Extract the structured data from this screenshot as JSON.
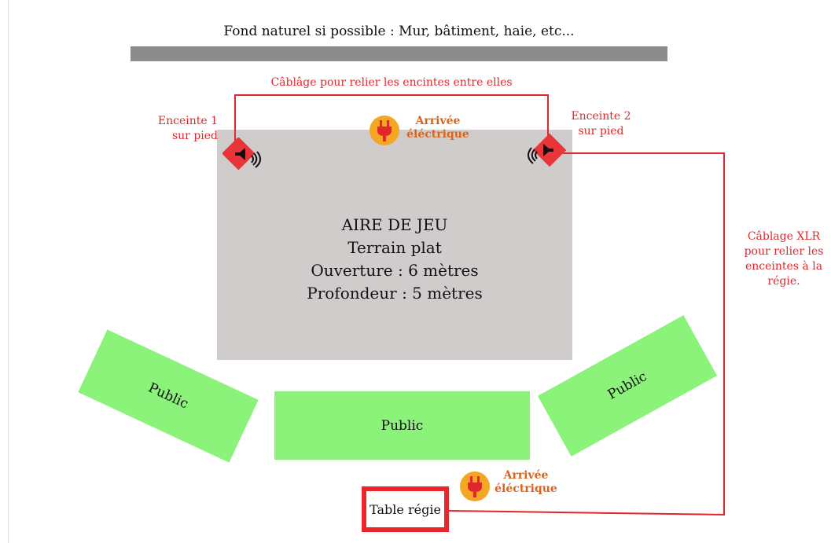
{
  "background_note": "Fond naturel si possible : Mur, bâtiment, haie, etc...",
  "cable_speakers_label": "Câblâge pour relier les encintes entre elles",
  "speaker1": {
    "line1": "Enceinte 1",
    "line2": "sur pied"
  },
  "speaker2": {
    "line1": "Enceinte 2",
    "line2": "sur pied"
  },
  "power_top": {
    "line1": "Arrivée",
    "line2": "éléctrique"
  },
  "power_bottom": {
    "line1": "Arrivée",
    "line2": "éléctrique"
  },
  "stage": {
    "title": "AIRE DE JEU",
    "line2": "Terrain plat",
    "line3": "Ouverture : 6 mètres",
    "line4": "Profondeur : 5 mètres"
  },
  "xlr_label": {
    "line1": "Câblage XLR",
    "line2": "pour relier les",
    "line3": "enceintes à la",
    "line4": "régie."
  },
  "public_left": "Public",
  "public_center": "Public",
  "public_right": "Public",
  "table_regie": "Table régie",
  "colors": {
    "stage": "#d0cccb",
    "public": "#8bf27a",
    "cable": "#e0282c",
    "speaker": "#e8353a",
    "power_icon": "#f5a623",
    "wall": "#8c8c8c"
  },
  "icons": [
    "speaker-icon",
    "sound-waves-icon",
    "power-plug-icon"
  ]
}
